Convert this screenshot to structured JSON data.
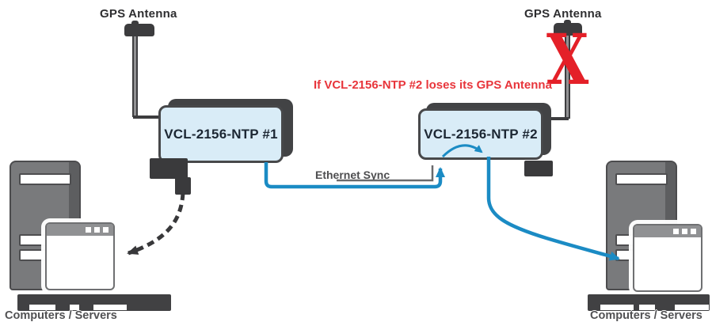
{
  "antennas": {
    "left": {
      "label": "GPS Antenna"
    },
    "right": {
      "label": "GPS Antenna"
    }
  },
  "alert": {
    "text": "If VCL-2156-NTP #2 loses its GPS Antenna",
    "cross": "X"
  },
  "devices": {
    "unit1": {
      "label": "VCL-2156-NTP #1"
    },
    "unit2": {
      "label": "VCL-2156-NTP #2"
    }
  },
  "link": {
    "label": "Ethernet Sync"
  },
  "computers": {
    "left": {
      "caption": "Computers / Servers"
    },
    "right": {
      "caption": "Computers / Servers"
    }
  },
  "colors": {
    "accent_blue": "#1b8bc4",
    "alert_red": "#e8252d",
    "device_fill": "#d9ecf7",
    "device_border": "#47484a",
    "dark_gray": "#3a3a3c",
    "tower_gray": "#797a7c"
  }
}
